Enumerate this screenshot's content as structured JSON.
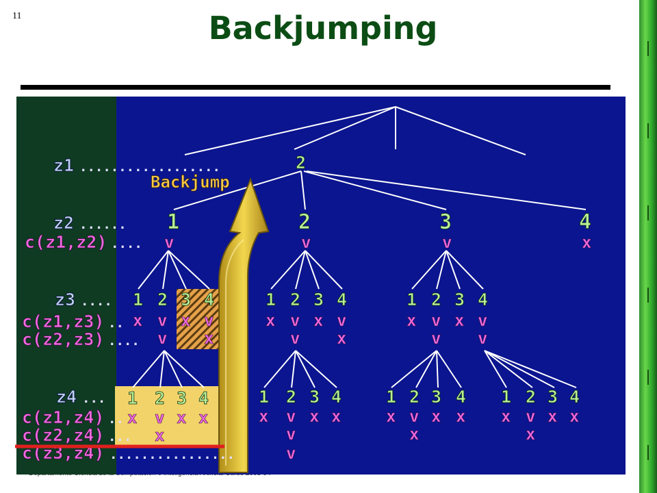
{
  "slide": {
    "number": "11",
    "title": "Backjumping"
  },
  "footer": {
    "text": "Departamento Ciencia de la Computación e Inteligencia Artificial  Curso 2003-04"
  },
  "colors": {
    "title": "#0b4d14",
    "board": "#0b158f",
    "panel": "#0e3b22",
    "value": "#b8f098",
    "mark": "#f06ae0",
    "arrow": "#e6c63c",
    "cut": "#e0201e"
  },
  "diagram": {
    "backjump_label": "Backjump",
    "levels": {
      "z1": {
        "label": "z1",
        "dots": "..................",
        "value": "2"
      },
      "z2": {
        "label": "z2",
        "dots": "......",
        "constraint": "c(z1,z2)",
        "constraint_dots": "...."
      },
      "z3": {
        "label": "z3",
        "dots": "....",
        "constraint1": "c(z1,z3)",
        "constraint1_dots": "..",
        "constraint2": "c(z2,z3)",
        "constraint2_dots": "...."
      },
      "z4": {
        "label": "z4",
        "dots": "...",
        "constraint1": "c(z1,z4)",
        "constraint1_dots": "..",
        "constraint2": "c(z2,z4)",
        "constraint2_dots": "...",
        "constraint3": "c(z3,z4)",
        "constraint3_dots": "................"
      }
    },
    "z2_nodes": [
      {
        "value": "1",
        "check": "v"
      },
      {
        "value": "2",
        "check": "v"
      },
      {
        "value": "3",
        "check": "v"
      },
      {
        "value": "4",
        "check": "x"
      }
    ],
    "z3_groups": [
      {
        "values": [
          "1",
          "2",
          "3",
          "4"
        ],
        "row1": [
          "x",
          "v",
          "x",
          "v"
        ],
        "row2": [
          "",
          "v",
          "",
          "x"
        ]
      },
      {
        "values": [
          "1",
          "2",
          "3",
          "4"
        ],
        "row1": [
          "x",
          "v",
          "x",
          "v"
        ],
        "row2": [
          "",
          "v",
          "",
          "x"
        ]
      },
      {
        "values": [
          "1",
          "2",
          "3",
          "4"
        ],
        "row1": [
          "x",
          "v",
          "x",
          "v"
        ],
        "row2": [
          "",
          "v",
          "",
          "v"
        ]
      }
    ],
    "z4_groups": [
      {
        "values": [
          "1",
          "2",
          "3",
          "4"
        ],
        "row1": [
          "x",
          "v",
          "x",
          "x"
        ],
        "row2": [
          "",
          "x",
          "",
          ""
        ],
        "row3": [
          "",
          "",
          "",
          ""
        ]
      },
      {
        "values": [
          "1",
          "2",
          "3",
          "4"
        ],
        "row1": [
          "x",
          "v",
          "x",
          "x"
        ],
        "row2": [
          "",
          "v",
          "",
          ""
        ],
        "row3": [
          "",
          "v",
          "",
          ""
        ]
      },
      {
        "values": [
          "1",
          "2",
          "3",
          "4"
        ],
        "row1": [
          "x",
          "v",
          "x",
          "x"
        ],
        "row2": [
          "",
          "x",
          "",
          ""
        ],
        "row3": [
          "",
          "",
          "",
          ""
        ]
      },
      {
        "values": [
          "1",
          "2",
          "3",
          "4"
        ],
        "row1": [
          "x",
          "v",
          "x",
          "x"
        ],
        "row2": [
          "",
          "x",
          "",
          ""
        ],
        "row3": [
          "",
          "",
          "",
          ""
        ]
      }
    ]
  }
}
